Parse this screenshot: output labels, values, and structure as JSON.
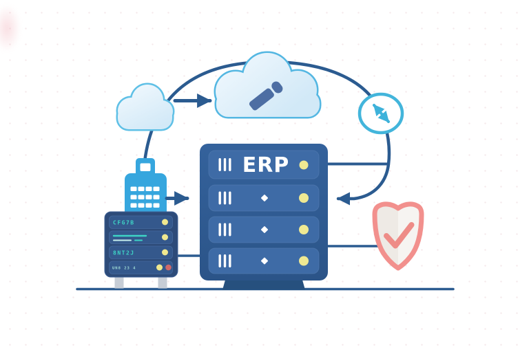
{
  "meta": {
    "title": "ERP cloud integration illustration",
    "background": "#ffffff",
    "dot_grid_color": "#f3e4e7"
  },
  "colors": {
    "connector": "#2b5b90",
    "tower_body": "#2e5c94",
    "tower_slot": "#3e6ba6",
    "tower_base": "#26507e",
    "led_yellow": "#efe992",
    "led_red": "#cf6868",
    "cloud_border": "#54b7e2",
    "cloud_fill_top": "#eef7fd",
    "cloud_fill_bottom": "#d2e9f7",
    "sync_border": "#43b5db",
    "sync_arrow": "#3eb2da",
    "calculator": "#36a6de",
    "pencil": "#4d6ea3",
    "server_body": "#2d4b79",
    "server_slot": "#34588c",
    "server_text": "#3ed4c6",
    "server_leg": "#c6cdd6",
    "shield_border": "#f2908d",
    "shield_fill": "#eeeae5",
    "check": "#ee8c87",
    "bars_diamonds": "#ffffff"
  },
  "erp_tower": {
    "label": "ERP",
    "slot_count": 4,
    "slots": [
      {
        "bars": "III",
        "center": "ERP",
        "led": "yellow"
      },
      {
        "bars": "III",
        "center": "diamond",
        "led": "yellow"
      },
      {
        "bars": "III",
        "center": "diamond",
        "led": "yellow"
      },
      {
        "bars": "III",
        "center": "diamond",
        "led": "yellow"
      }
    ]
  },
  "mini_server": {
    "slot1_text": "CFG7B",
    "slot3_text": "8NT2J",
    "slot4_text": "UN8 23 4",
    "slot2": "progress-lines",
    "slot4_leds": [
      "yellow",
      "red"
    ]
  },
  "icons": [
    "cloud-large-icon",
    "cloud-small-icon",
    "pencil-icon",
    "sync-arrows-icon",
    "calculator-icon",
    "mini-server-icon",
    "erp-tower-icon",
    "shield-check-icon"
  ]
}
